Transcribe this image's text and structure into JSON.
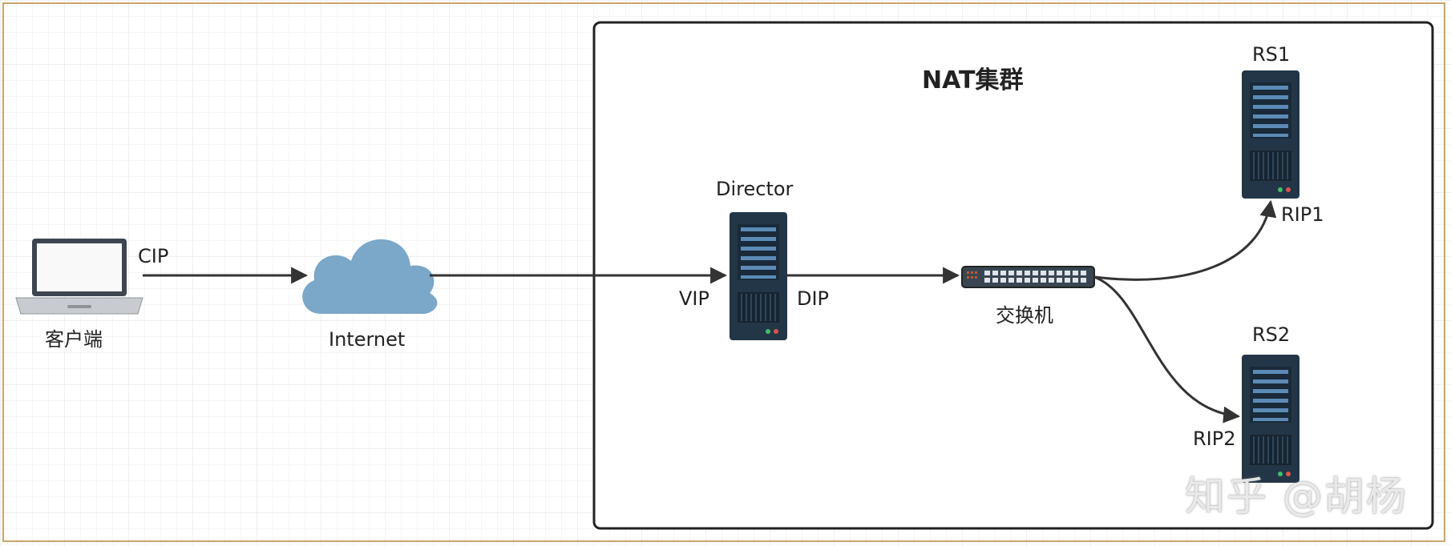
{
  "diagram": {
    "title": "NAT集群",
    "nodes": {
      "client": {
        "label": "客户端",
        "icon": "laptop-icon"
      },
      "internet": {
        "label": "Internet",
        "icon": "cloud-icon"
      },
      "director": {
        "label": "Director",
        "icon": "server-icon"
      },
      "switch": {
        "label": "交换机",
        "icon": "switch-icon"
      },
      "rs1": {
        "label": "RS1",
        "icon": "server-icon"
      },
      "rs2": {
        "label": "RS2",
        "icon": "server-icon"
      }
    },
    "ip_labels": {
      "cip": "CIP",
      "vip": "VIP",
      "dip": "DIP",
      "rip1": "RIP1",
      "rip2": "RIP2"
    }
  },
  "watermark": "知乎 @胡杨",
  "colors": {
    "background": "#ffffff",
    "grid": "#e7e7e7",
    "frame": "#caa56d",
    "server": "#233647",
    "server_light": "#5b8bb6",
    "cloud": "#7ba7c8",
    "arrow": "#333333"
  }
}
